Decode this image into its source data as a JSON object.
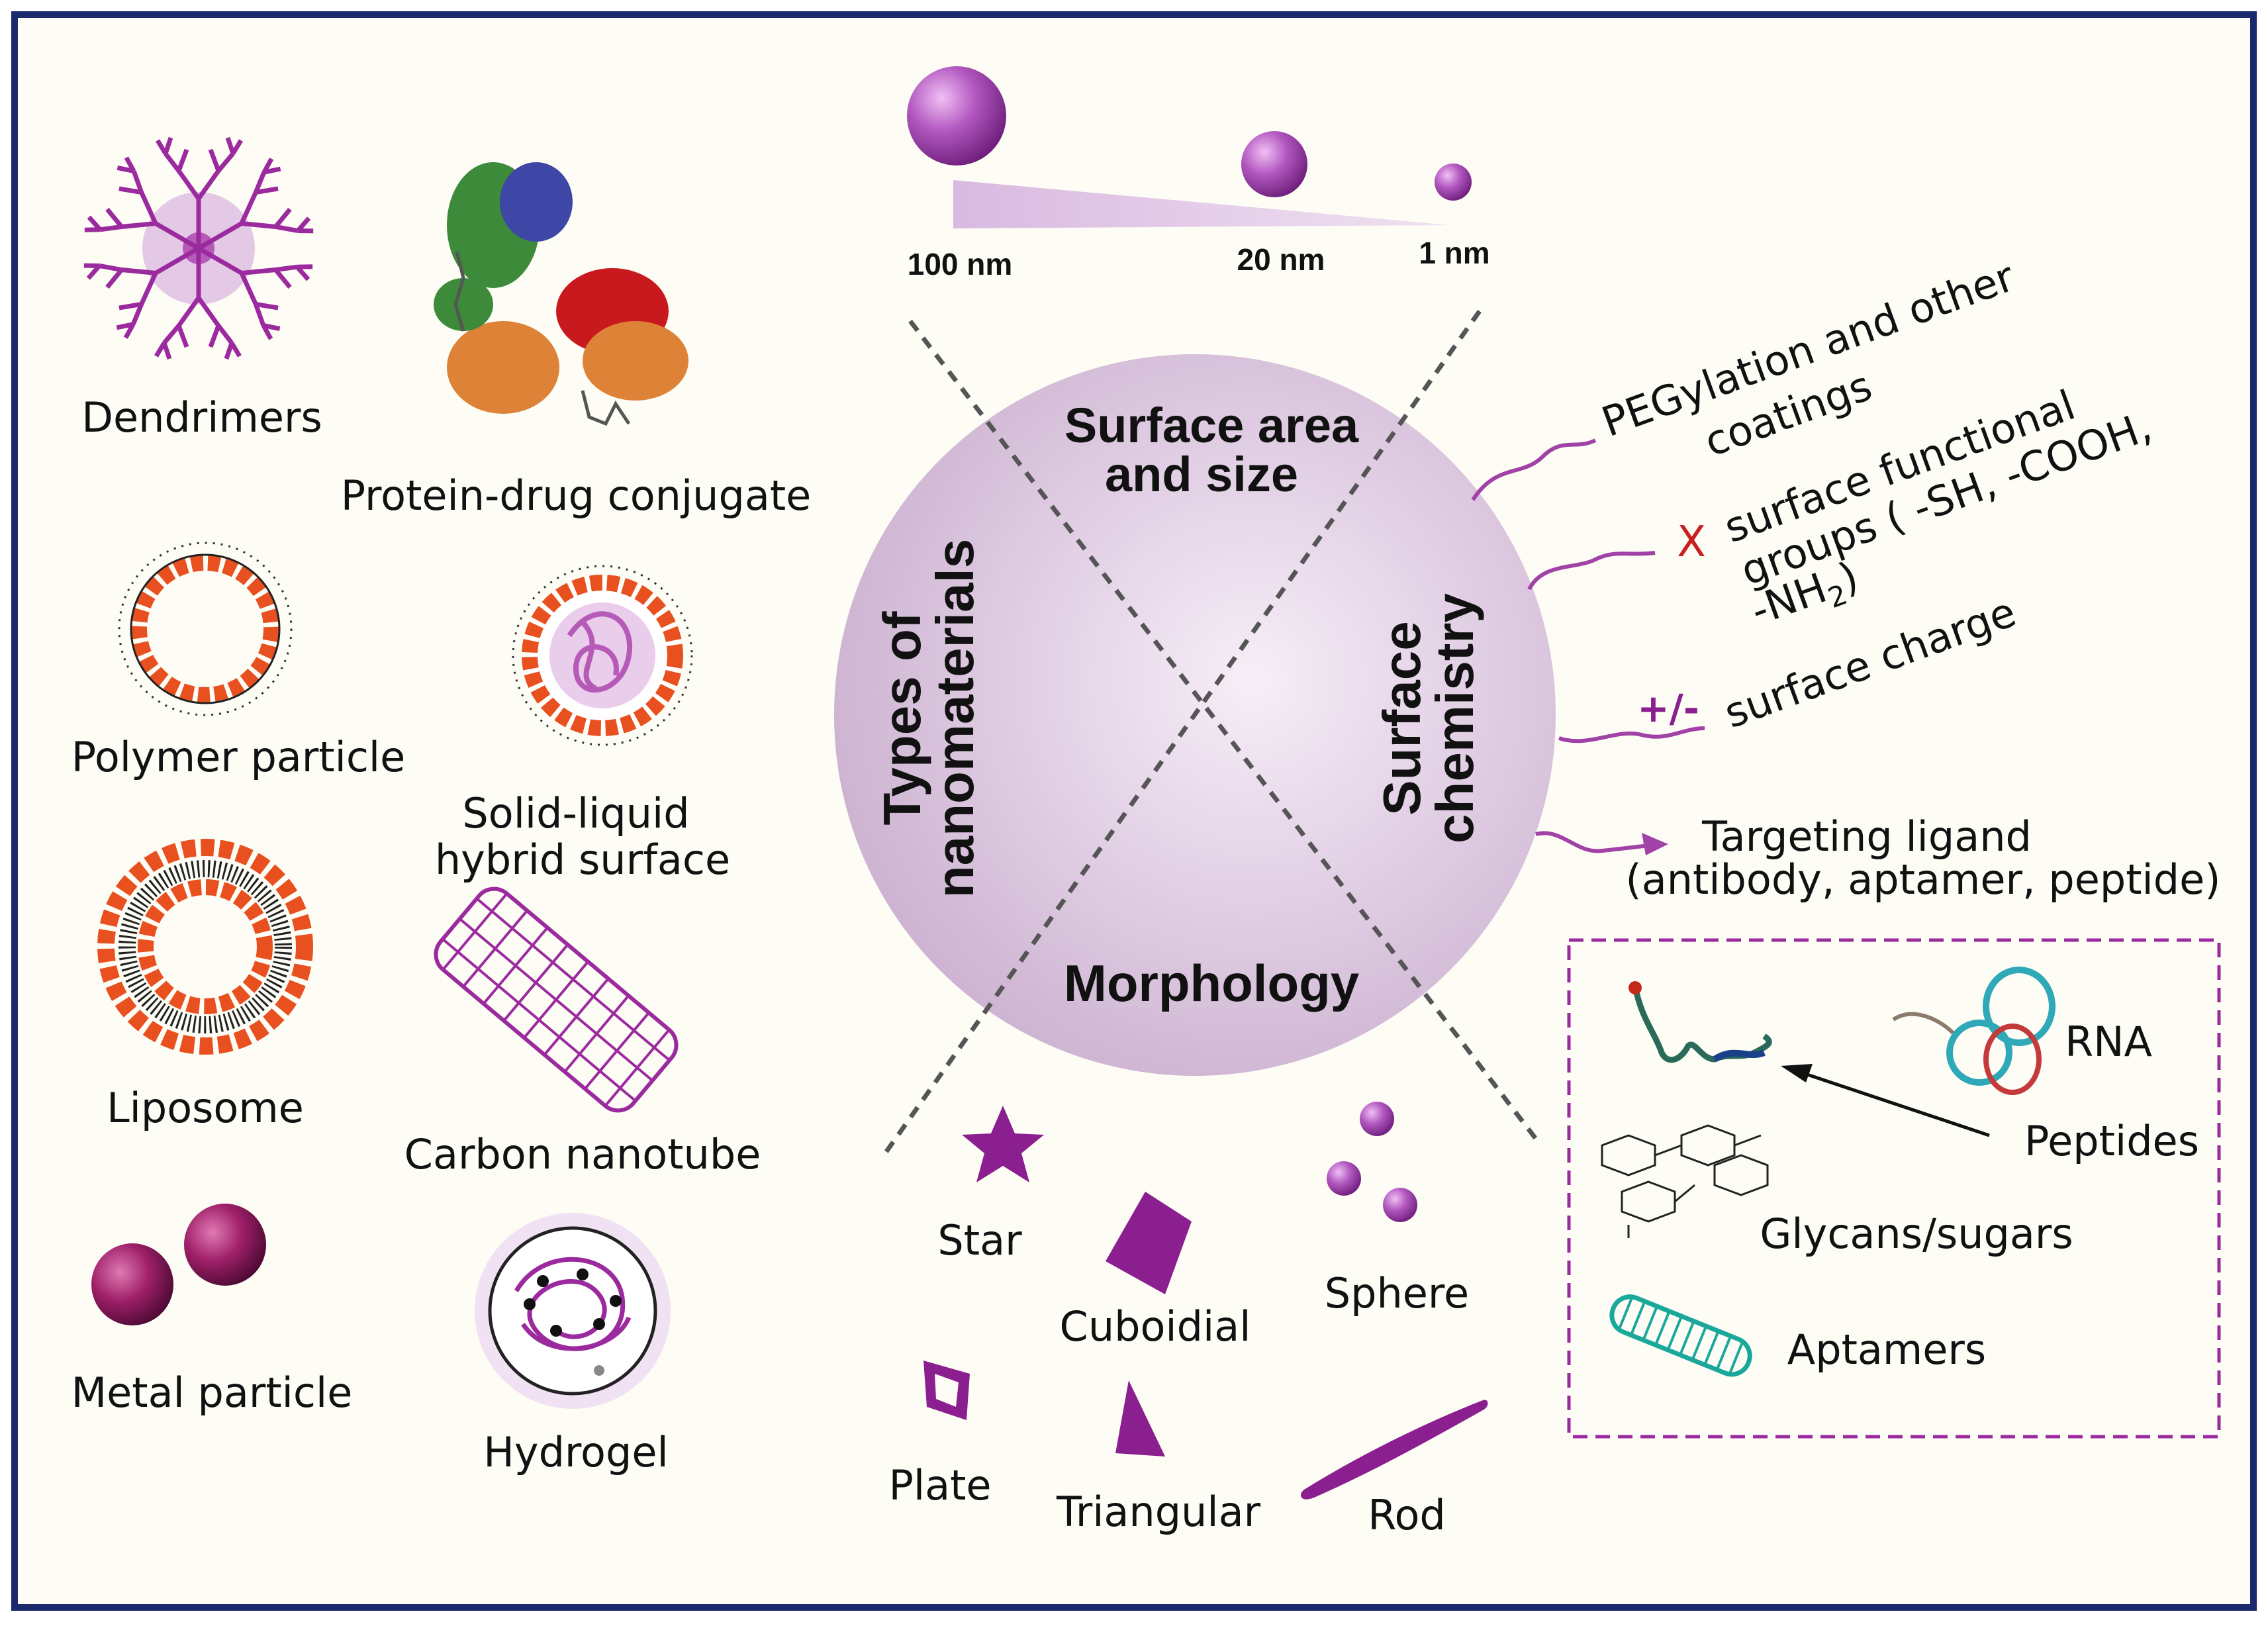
{
  "size_scale": {
    "large": "100 nm",
    "medium": "20 nm",
    "small": "1 nm"
  },
  "center": {
    "top": [
      "Surface area",
      "and size"
    ],
    "left": [
      "Types of",
      "nanomaterials"
    ],
    "right": [
      "Surface",
      "chemistry"
    ],
    "bottom": "Morphology"
  },
  "nanomaterial_types": [
    "Dendrimers",
    "Protein-drug conjugate",
    "Polymer particle",
    "Solid-liquid",
    "hybrid surface",
    "Liposome",
    "Carbon nanotube",
    "Metal particle",
    "Hydrogel"
  ],
  "surface_chemistry": {
    "pegylation": [
      "PEGylation and other",
      "coatings"
    ],
    "functional_groups": [
      "surface functional",
      "groups ( -SH, -COOH,",
      "-NH",
      "2",
      ")"
    ],
    "functional_marker": "X",
    "charge_symbol": "+/-",
    "charge": "surface charge",
    "targeting": [
      "Targeting ligand",
      "(antibody, aptamer, peptide)"
    ]
  },
  "ligands": [
    "RNA",
    "Peptides",
    "Glycans/sugars",
    "Aptamers"
  ],
  "morphologies": [
    "Star",
    "Cuboidial",
    "Sphere",
    "Plate",
    "Triangular",
    "Rod"
  ],
  "colors": {
    "border": "#1a2a6c",
    "background": "#fdfcf5",
    "purple": "#8b1f8f",
    "orange": "#e8501f",
    "teal": "#1aa89a",
    "center_circle": "#dcc8df"
  }
}
